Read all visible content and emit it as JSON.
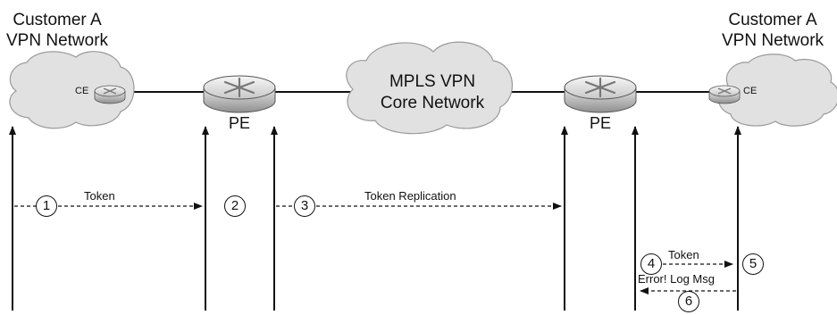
{
  "sites": {
    "left": {
      "title_line1": "Customer A",
      "title_line2": "VPN Network",
      "ce_label": "CE"
    },
    "right": {
      "title_line1": "Customer A",
      "title_line2": "VPN Network",
      "ce_label": "CE"
    }
  },
  "core": {
    "line1": "MPLS VPN",
    "line2": "Core Network"
  },
  "routers": {
    "left_pe": "PE",
    "right_pe": "PE"
  },
  "messages": {
    "token": "Token",
    "token_replication": "Token Replication",
    "token_return": "Token",
    "error_log": "Error! Log Msg"
  },
  "steps": [
    "1",
    "2",
    "3",
    "4",
    "5",
    "6"
  ],
  "colors": {
    "line": "#111111",
    "cloud": "#e3e3e3",
    "cloud_edge": "#9a9a9a",
    "router_body": "#b0b0b0"
  }
}
